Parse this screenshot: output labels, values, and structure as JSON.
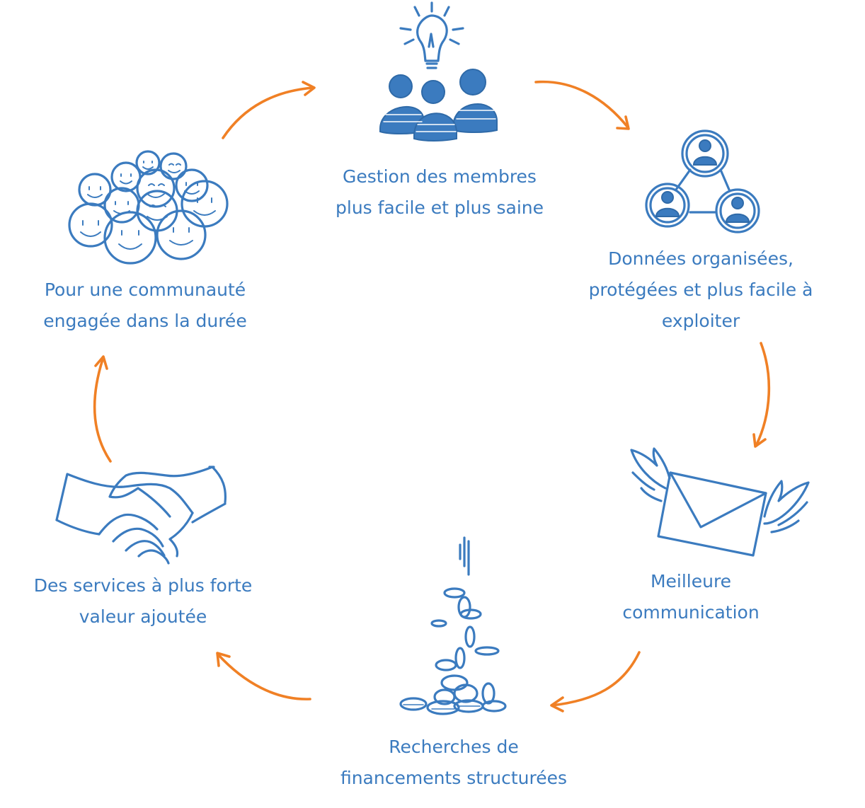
{
  "steps": [
    {
      "id": "members",
      "lines": [
        "Gestion des membres",
        "plus facile et plus saine"
      ],
      "icon": "team-idea-icon"
    },
    {
      "id": "data",
      "lines": [
        "Données organisées,",
        "protégées et plus facile à",
        "exploiter"
      ],
      "icon": "network-users-icon"
    },
    {
      "id": "communication",
      "lines": [
        "Meilleure",
        "communication"
      ],
      "icon": "winged-envelope-icon"
    },
    {
      "id": "funding",
      "lines": [
        "Recherches de",
        "financements structurées"
      ],
      "icon": "falling-coins-icon"
    },
    {
      "id": "services",
      "lines": [
        "Des services à plus forte",
        "valeur ajoutée"
      ],
      "icon": "handshake-icon"
    },
    {
      "id": "community",
      "lines": [
        "Pour une communauté",
        "engagée dans la durée"
      ],
      "icon": "smiley-crowd-icon"
    }
  ],
  "colors": {
    "text": "#3b7bbf",
    "icon": "#3b7bbf",
    "arrow": "#f08025",
    "background": "#ffffff"
  }
}
